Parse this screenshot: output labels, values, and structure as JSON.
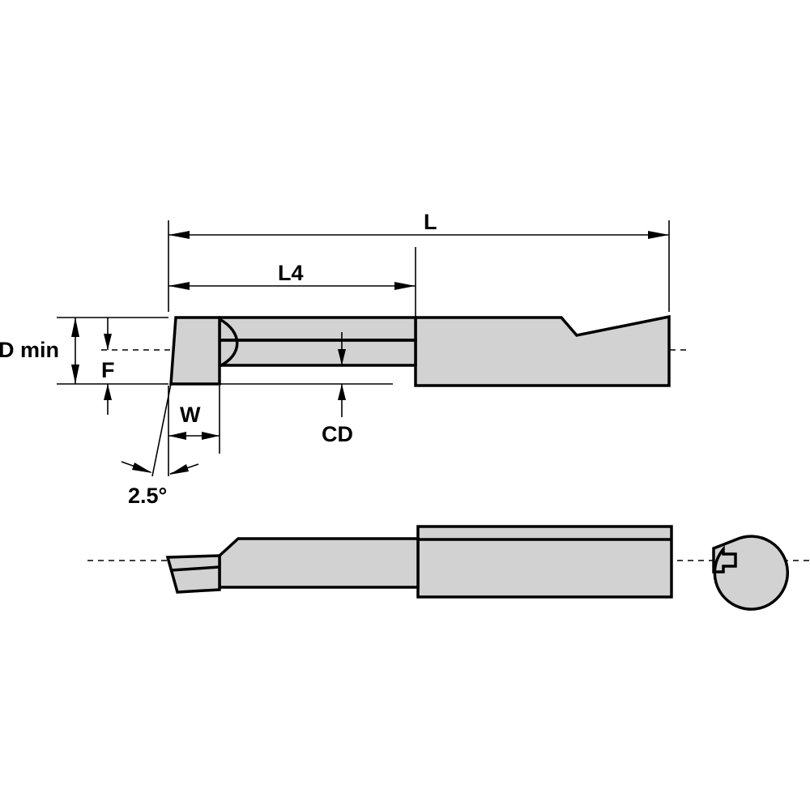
{
  "labels": {
    "overall_length": "L",
    "length_l4": "L4",
    "min_bore_diameter": "D min",
    "dimension_f": "F",
    "cutting_width": "W",
    "cutting_depth": "CD",
    "clearance_angle": "2.5°"
  },
  "colors": {
    "part_fill": "#d2d2d2",
    "line": "#000000",
    "background": "#ffffff"
  }
}
